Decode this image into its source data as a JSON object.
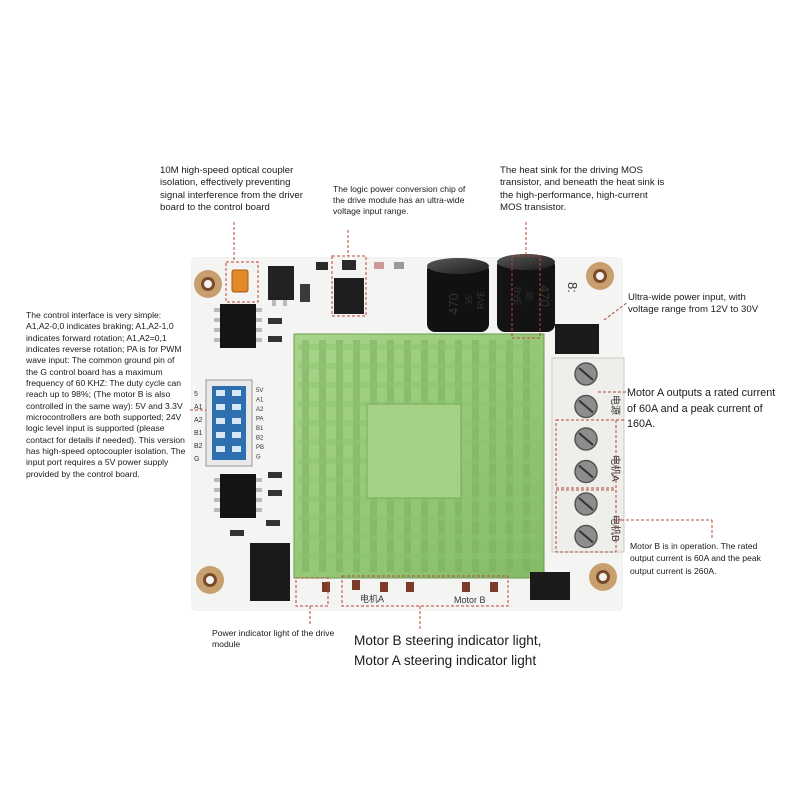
{
  "callouts": {
    "optocoupler": "10M high-speed optical coupler isolation, effectively preventing signal interference from the driver board to the control board",
    "logic_power": "The logic power conversion chip of the drive module has an ultra-wide voltage input range.",
    "heat_sink": "The heat sink for the driving MOS transistor, and beneath the heat sink is the high-performance, high-current MOS transistor.",
    "control_interface": "The control interface is very simple: A1,A2-0,0 indicates braking; A1,A2-1,0 indicates forward rotation; A1,A2=0,1 indicates reverse rotation; PA is for PWM wave input: The common ground pin of the G control board has a maximum frequency of 60 KHZ: The duty cycle can reach up to 98%; (The motor B is also controlled in the same way): 5V and 3.3V microcontrollers are both supported; 24V logic level input is supported (please contact for details if needed). This version has high-speed optocoupler isolation. The input port requires a 5V power supply provided by the control board.",
    "power_input": "Ultra-wide power input, with voltage range from 12V to 30V",
    "motor_a": "Motor A outputs a rated current of 60A and a peak current of 160A.",
    "motor_b": "Motor B is in operation. The rated output current is 60A and the peak output current is 260A.",
    "power_indicator": "Power indicator light of the drive module",
    "steering_b": "Motor B steering indicator light,",
    "steering_a": "Motor A steering indicator light"
  },
  "board": {
    "capacitor_1": {
      "value": "470",
      "voltage": "35",
      "series": "RVE"
    },
    "capacitor_2": {
      "value": "470",
      "voltage": "35",
      "series": "RVE"
    },
    "corner_label": "8:",
    "header_labels": [
      "5",
      "A1",
      "A2",
      "B1",
      "B2",
      "G"
    ],
    "header_pin_labels": [
      "5V",
      "A1",
      "A2",
      "PA",
      "B1",
      "B2",
      "PB",
      "G"
    ],
    "motor_a_label": "电机A",
    "motor_b_label": "Motor B",
    "terminal_labels": [
      "电源",
      "电机A",
      "电机B"
    ]
  },
  "colors": {
    "pcb": "#f4f4f2",
    "heatsink": "#9ccc7e",
    "heatsink_dark": "#6fa65a",
    "terminal": "#eeeeea",
    "callout_line": "#b8473a"
  }
}
